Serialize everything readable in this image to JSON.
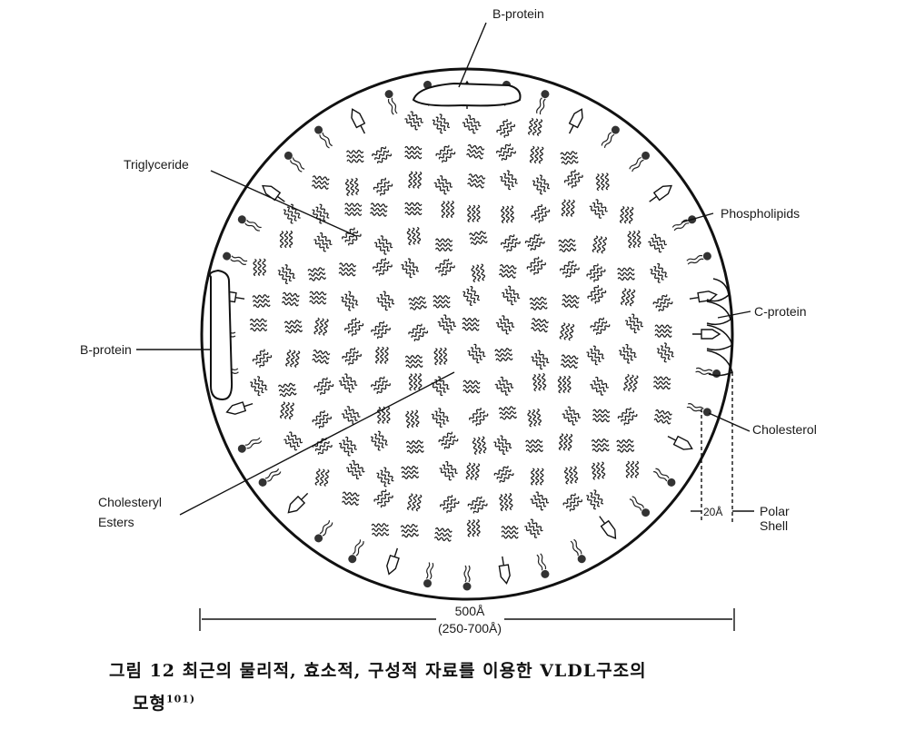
{
  "labels": {
    "b_protein_top": "B-protein",
    "triglyceride": "Triglyceride",
    "phospholipids": "Phospholipids",
    "c_protein": "C-protein",
    "b_protein_left": "B-protein",
    "cholesterol": "Cholesterol",
    "cholesteryl_esters_1": "Cholesteryl",
    "cholesteryl_esters_2": "Esters",
    "shell_width": "20Å",
    "polar_shell_1": "Polar",
    "polar_shell_2": "Shell",
    "diameter": "500Å",
    "diameter_range": "(250-700Å)"
  },
  "caption": {
    "line1": "그림 12  최근의 물리적, 효소적, 구성적 자료를 이용한 VLDL구조의",
    "line2": "모형",
    "ref": "101)"
  }
}
